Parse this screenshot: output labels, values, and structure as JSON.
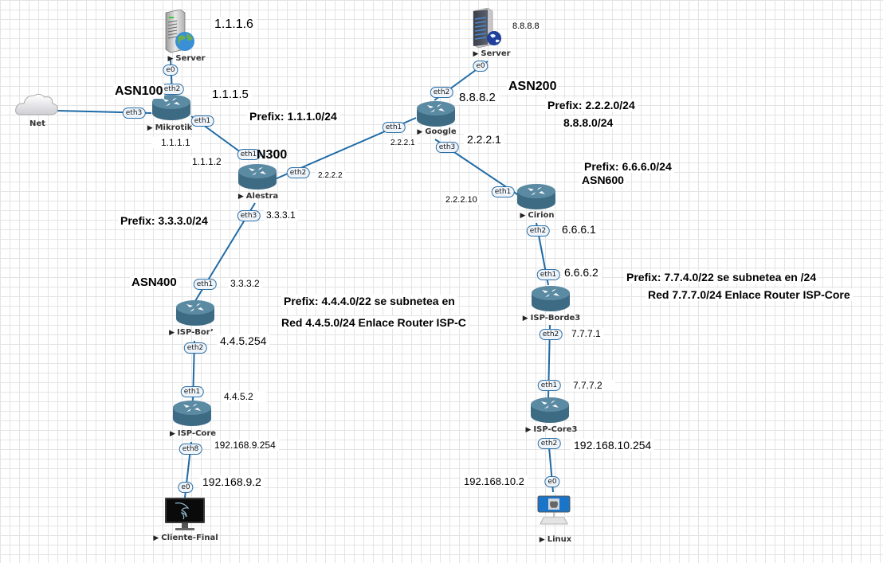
{
  "nodes": {
    "server1": {
      "label": "Server",
      "type": "server-web"
    },
    "net": {
      "label": "Net",
      "type": "cloud"
    },
    "mikrotik": {
      "label": "Mikrotik",
      "type": "router"
    },
    "alestra": {
      "label": "Alestra",
      "type": "router"
    },
    "google": {
      "label": "Google",
      "type": "router"
    },
    "server2": {
      "label": "Server",
      "type": "server-dns"
    },
    "cirion": {
      "label": "Cirion",
      "type": "router"
    },
    "isp_borde": {
      "label": "ISP-Bor’",
      "type": "router"
    },
    "isp_core": {
      "label": "ISP-Core",
      "type": "router"
    },
    "cliente_final": {
      "label": "Cliente-Final",
      "type": "kali-pc"
    },
    "isp_borde3": {
      "label": "ISP-Borde3",
      "type": "router"
    },
    "isp_core3": {
      "label": "ISP-Core3",
      "type": "router"
    },
    "linux": {
      "label": "Linux",
      "type": "mac-pc"
    }
  },
  "interfaces": {
    "server1_e0": "e0",
    "mikrotik_eth2": "eth2",
    "mikrotik_eth3": "eth3",
    "mikrotik_eth1": "eth1",
    "alestra_eth1": "eth1",
    "alestra_eth2": "eth2",
    "alestra_eth3": "eth3",
    "google_eth1": "eth1",
    "google_eth2": "eth2",
    "google_eth3": "eth3",
    "server2_e0": "e0",
    "cirion_eth1": "eth1",
    "cirion_eth2": "eth2",
    "borde_eth1": "eth1",
    "borde_eth2": "eth2",
    "core_eth1": "eth1",
    "core_eth8": "eth8",
    "cliente_e0": "e0",
    "borde3_eth1": "eth1",
    "borde3_eth2": "eth2",
    "core3_eth1": "eth1",
    "core3_eth2": "eth2",
    "linux_e0": "e0"
  },
  "annotations": {
    "ip_1116": "1.1.1.6",
    "asn100": "ASN100",
    "ip_1115": "1.1.1.5",
    "ip_1111": "1.1.1.1",
    "ip_1112": "1.1.1.2",
    "prefix_1110": "Prefix: 1.1.1.0/24",
    "asn300": "N300",
    "ip_2222": "2.2.2.2",
    "ip_2221_small": "2.2.2.1",
    "ip_8888": "8.8.8.8",
    "asn200": "ASN200",
    "ip_8882": "8.8.8.2",
    "prefix_2220": "Prefix: 2.2.2.0/24",
    "prefix_8880": "8.8.8.0/24",
    "ip_2221": "2.2.2.1",
    "prefix_6660": "Prefix: 6.6.6.0/24",
    "asn600": "ASN600",
    "ip_22210": "2.2.2.10",
    "ip_6661": "6.6.6.1",
    "ip_6662": "6.6.6.2",
    "prefix_3330": "Prefix: 3.3.3.0/24",
    "ip_3331": "3.3.3.1",
    "asn400": "ASN400",
    "ip_3332": "3.3.3.2",
    "prefix_4440": "Prefix: 4.4.4.0/22  se subnetea en",
    "red_4450": "Red 4.4.5.0/24  Enlace Router ISP-C",
    "ip_445254": "4.4.5.254",
    "ip_4452": "4.4.5.2",
    "ip_1929254": "192.168.9.254",
    "ip_19292": "192.168.9.2",
    "prefix_7740": "Prefix: 7.7.4.0/22  se subnetea en /24",
    "red_7770": "Red 7.7.7.0/24  Enlace Router ISP-Core",
    "ip_7771": "7.7.7.1",
    "ip_7772": "7.7.7.2",
    "ip_19210254": "192.168.10.254",
    "ip_192102": "192.168.10.2"
  },
  "links": [
    [
      "server1",
      "mikrotik"
    ],
    [
      "net",
      "mikrotik"
    ],
    [
      "mikrotik",
      "alestra"
    ],
    [
      "alestra",
      "google"
    ],
    [
      "google",
      "server2"
    ],
    [
      "google",
      "cirion"
    ],
    [
      "alestra",
      "isp_borde"
    ],
    [
      "isp_borde",
      "isp_core"
    ],
    [
      "isp_core",
      "cliente_final"
    ],
    [
      "cirion",
      "isp_borde3"
    ],
    [
      "isp_borde3",
      "isp_core3"
    ],
    [
      "isp_core3",
      "linux"
    ]
  ],
  "colors": {
    "link": "#1f6aa5",
    "router": "#3e6b84",
    "router_top": "#5b8aa3"
  }
}
